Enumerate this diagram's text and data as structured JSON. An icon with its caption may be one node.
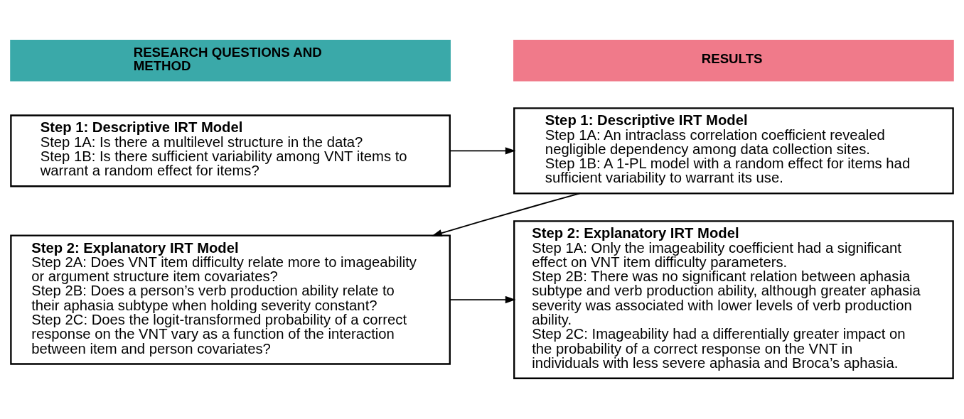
{
  "diagram": {
    "nodes": [
      {
        "text": [
          "RESEARCH QUESTIONS AND METHOD"
        ]
      },
      {
        "text": [
          "RESULTS"
        ]
      },
      {
        "text": [
          "Step 1: Descriptive IRT Model",
          "Step 1A: Is there a multilevel structure in the data?",
          "Step 1B: Is there sufficient variability among VNT items to warrant a random effect for items?"
        ]
      },
      {
        "text": [
          "Step 1: Descriptive IRT Model",
          "Step 1A: An intraclass correlation coefficient revealed negligible dependency among data collection sites.",
          "Step 1B: A 1-PL model with a random effect for items had sufficient variability to warrant its use."
        ]
      },
      {
        "text": [
          "Step 2: Explanatory IRT Model",
          "Step 2A: Does VNT item difficulty relate more to imageability or argument structure item covariates?",
          "Step 2B: Does a person’s verb production ability relate to their aphasia subtype when holding severity constant?",
          "Step 2C: Does the logit-transformed probability of a correct response on the VNT vary as a function of the interaction between item and person covariates?"
        ]
      },
      {
        "text": [
          "Step 2: Explanatory IRT Model",
          "Step 1A: Only the imageability coefficient had a significant effect on VNT item difficulty parameters.",
          "Step 2B: There was no significant relation between aphasia subtype and verb production ability, although greater aphasia severity was associated with lower levels of verb production ability.",
          "Step 2C: Imageability had a differentially greater impact on the probability of a correct response on the VNT in individuals with less severe aphasia and Broca’s aphasia."
        ]
      }
    ],
    "edges": [
      {
        "from": 2,
        "to": 3,
        "arrow": "to"
      },
      {
        "from": 3,
        "to": 4,
        "arrow": "to"
      },
      {
        "from": 4,
        "to": 5,
        "arrow": "to"
      }
    ]
  }
}
